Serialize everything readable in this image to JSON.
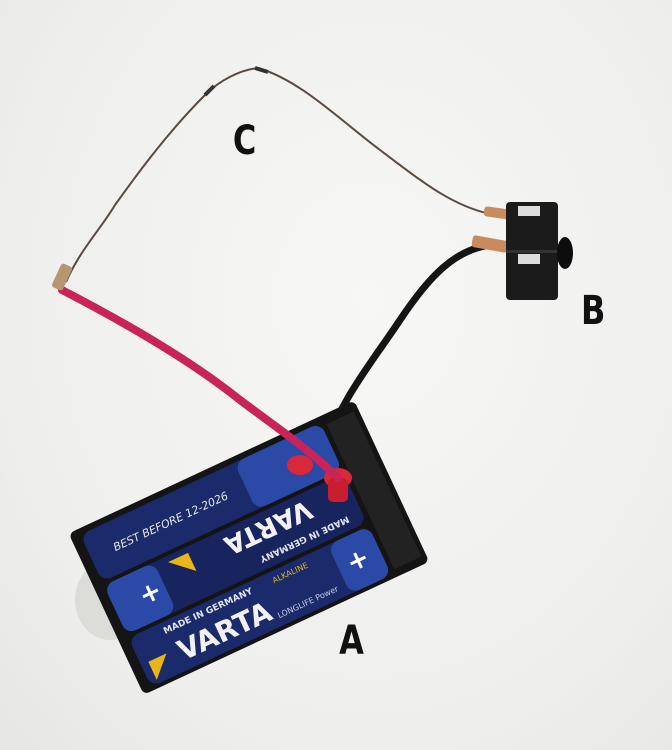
{
  "labels": {
    "a": "A",
    "b": "B",
    "c": "C"
  },
  "battery_print": {
    "brand": "VARTA",
    "origin": "MADE IN GERMANY",
    "type": "ALKALINE",
    "line": "LONGLIFE Power",
    "best_before": "BEST BEFORE 12-2026"
  },
  "colors": {
    "background": "#f2f2f0",
    "battery_blue": "#1a2a6a",
    "red_wire": "#c8245a",
    "holder": "#141414",
    "copper": "#c98a5e"
  }
}
